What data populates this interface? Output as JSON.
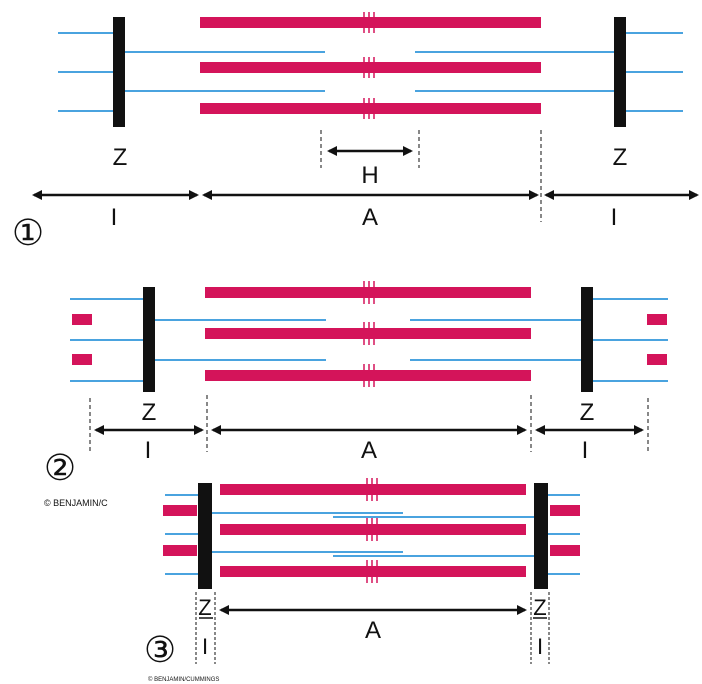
{
  "colors": {
    "actin": "#4aa3df",
    "myosin": "#d4145a",
    "zline": "#111111",
    "arrow": "#111111"
  },
  "labels": {
    "z": "Z",
    "i": "I",
    "a": "A",
    "h": "H"
  },
  "stages": [
    {
      "number": "①"
    },
    {
      "number": "②"
    },
    {
      "number": "③"
    }
  ],
  "credits": {
    "stage2": "© BENJAMIN/C",
    "stage3": "© BENJAMIN/CUMMINGS"
  }
}
